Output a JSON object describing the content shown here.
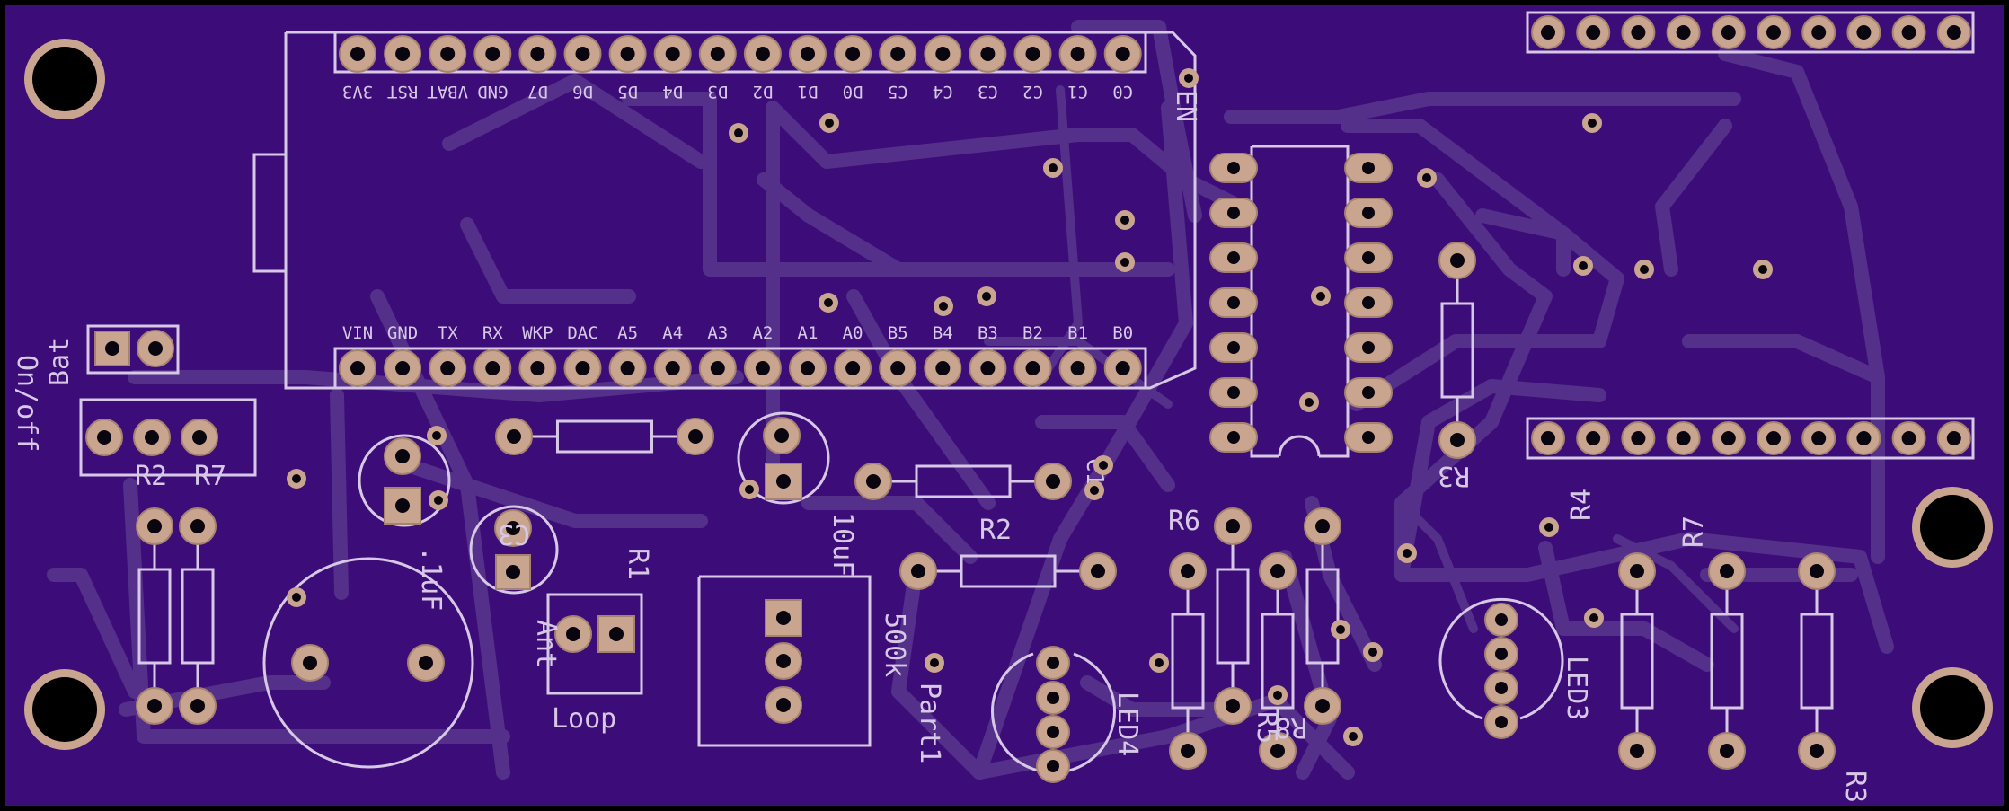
{
  "colors": {
    "board": "#3c0d78",
    "board_edge": "#000000",
    "silkscreen": "#d7c9e6",
    "trace": "#54308a",
    "pad": "#c9a58f",
    "hole": "#0a0610"
  },
  "module": {
    "top_pins": [
      "3V3",
      "RST",
      "VBAT",
      "GND",
      "D7",
      "D6",
      "D5",
      "D4",
      "D3",
      "D2",
      "D1",
      "D0",
      "C5",
      "C4",
      "C3",
      "C2",
      "C1",
      "C0"
    ],
    "bottom_pins": [
      "VIN",
      "GND",
      "TX",
      "RX",
      "WKP",
      "DAC",
      "A5",
      "A4",
      "A3",
      "A2",
      "A1",
      "A0",
      "B5",
      "B4",
      "B3",
      "B2",
      "B1",
      "B0"
    ],
    "en_label": "EN"
  },
  "labels": {
    "bat": "Bat",
    "on_off": "On/off",
    "r2_left": "R2",
    "r7_left": "R7",
    "r2_mid": "R2",
    "r1": "R1",
    "loop": "Loop",
    "ant": "Ant",
    "cap_10uf": "10uF",
    "cap_01uf": ".1uF",
    "cap_c3": "C3",
    "c1": "C1",
    "pot": "500k",
    "part1": "Part1",
    "led4": "LED4",
    "led3": "LED3",
    "r6": "R6",
    "r5": "R5",
    "r8": "R8",
    "r3": "R3",
    "r4": "R4",
    "r7_right": "R7",
    "r3_edge": "R3"
  }
}
